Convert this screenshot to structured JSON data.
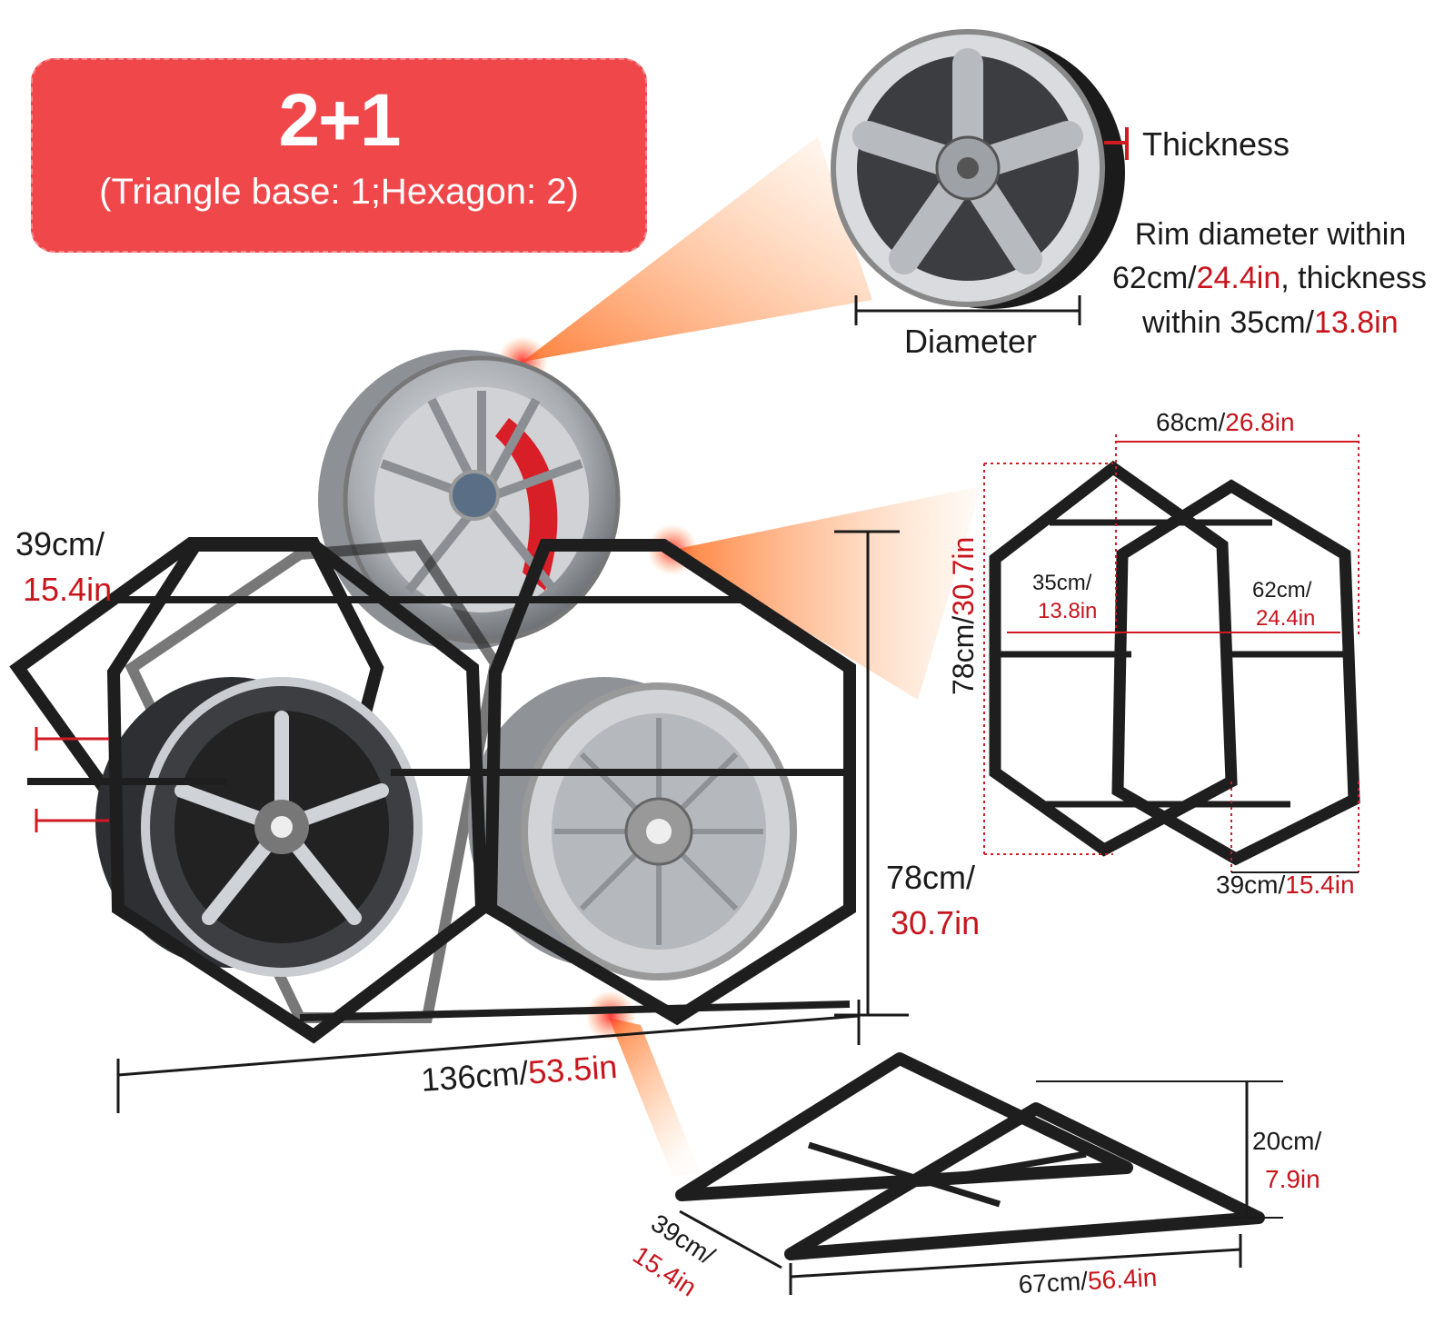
{
  "banner": {
    "title": "2+1",
    "subtitle": "(Triangle base: 1;Hexagon: 2)"
  },
  "wheel_spec": {
    "thickness_label": "Thickness",
    "diameter_label": "Diameter",
    "rim_line1": "Rim diameter within",
    "rim_line2_a": "62cm/",
    "rim_line2_b": "24.4in",
    "rim_line2_c": ", thickness",
    "rim_line3_a": "within 35cm/",
    "rim_line3_b": "13.8in"
  },
  "rack_dims": {
    "depth_cm": "39cm/",
    "depth_in": "15.4in",
    "height_cm": "78cm/",
    "height_in": "30.7in",
    "width_cm": "136cm/",
    "width_in": "53.5in"
  },
  "hexagon_detail": {
    "width_cm": "68cm/",
    "width_in": "26.8in",
    "height_text_cm": "78cm/",
    "height_text_in": "30.7in",
    "inner_depth_cm": "35cm/",
    "inner_depth_in": "13.8in",
    "inner_dia_cm": "62cm/",
    "inner_dia_in": "24.4in",
    "depth_cm": "39cm/",
    "depth_in": "15.4in"
  },
  "triangle_detail": {
    "height_cm": "20cm/",
    "height_in": "7.9in",
    "length_cm": "67cm/",
    "length_in": "56.4in",
    "depth_cm": "39cm/",
    "depth_in": "15.4in"
  },
  "colors": {
    "banner": "#f0474b",
    "accent_red": "#c8141c",
    "frame": "#1e1e1e",
    "rim_silver": "#c9cbce",
    "glow": "#ff7a1a"
  },
  "icons": [
    "wheel-rim-icon",
    "hexagon-rack-icon",
    "triangle-base-icon"
  ]
}
